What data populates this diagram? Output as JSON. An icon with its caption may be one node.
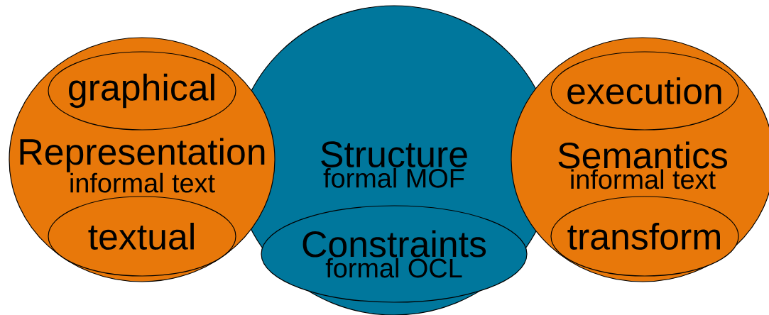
{
  "diagram": {
    "nodes": [
      {
        "text": [
          "Representation",
          "informal text"
        ]
      },
      {
        "text": [
          "graphical"
        ],
        "in": 0
      },
      {
        "text": [
          "textual"
        ],
        "in": 0
      },
      {
        "text": [
          "Structure",
          "formal MOF"
        ]
      },
      {
        "text": [
          "Constraints",
          "formal OCL"
        ],
        "in": 3
      },
      {
        "text": [
          "Semantics",
          "informal text"
        ]
      },
      {
        "text": [
          "execution"
        ],
        "in": 5
      },
      {
        "text": [
          "transform"
        ],
        "in": 5
      }
    ]
  }
}
